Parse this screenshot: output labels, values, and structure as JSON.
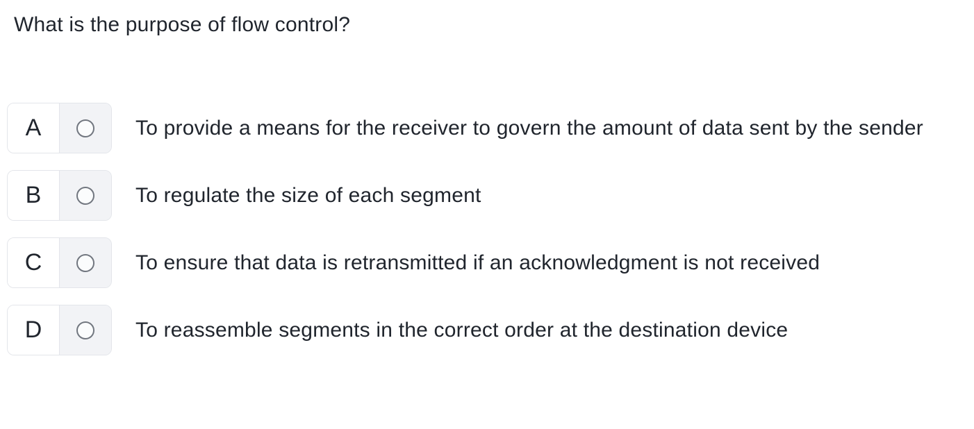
{
  "question": {
    "text": "What is the purpose of flow control?"
  },
  "options": [
    {
      "letter": "A",
      "text": "To provide a means for the receiver to govern the amount of data sent by the sender"
    },
    {
      "letter": "B",
      "text": "To regulate the size of each segment"
    },
    {
      "letter": "C",
      "text": "To ensure that data is retransmitted if an acknowledgment is not received"
    },
    {
      "letter": "D",
      "text": "To reassemble segments in the correct order at the destination device"
    }
  ],
  "colors": {
    "background": "#ffffff",
    "text": "#20252d",
    "badge_border": "#e3e5ea",
    "badge_letter_bg": "#ffffff",
    "badge_radio_bg": "#f2f3f6",
    "radio_stroke": "#71767f",
    "radio_fill": "#fbfcfd"
  }
}
